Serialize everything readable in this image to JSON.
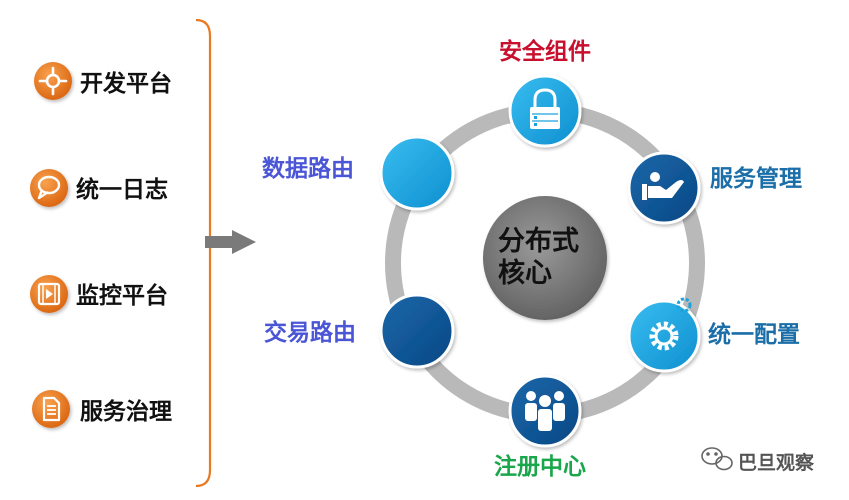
{
  "left_menu": {
    "items": [
      {
        "label": "开发平台",
        "icon": "crosshair-icon"
      },
      {
        "label": "统一日志",
        "icon": "chat-bubble-icon"
      },
      {
        "label": "监控平台",
        "icon": "video-icon"
      },
      {
        "label": "服务治理",
        "icon": "document-icon"
      }
    ]
  },
  "center": {
    "line1": "分布式",
    "line2": "核心"
  },
  "nodes": {
    "security": "安全组件",
    "service_mgmt": "服务管理",
    "config": "统一配置",
    "registry": "注册中心",
    "trade_route": "交易路由",
    "data_route": "数据路由"
  },
  "watermark": {
    "text": "巴旦观察"
  },
  "colors": {
    "orange": "#e97a22",
    "ring": "#b9b9b9",
    "center": "#7b7b7b",
    "blue_light": "#1ba2dd",
    "blue_dark": "#0e5796",
    "red_label": "#c8102e",
    "blue_label": "#4a56d6",
    "steel_label": "#1b6ea8",
    "green_label": "#1aa64a"
  }
}
